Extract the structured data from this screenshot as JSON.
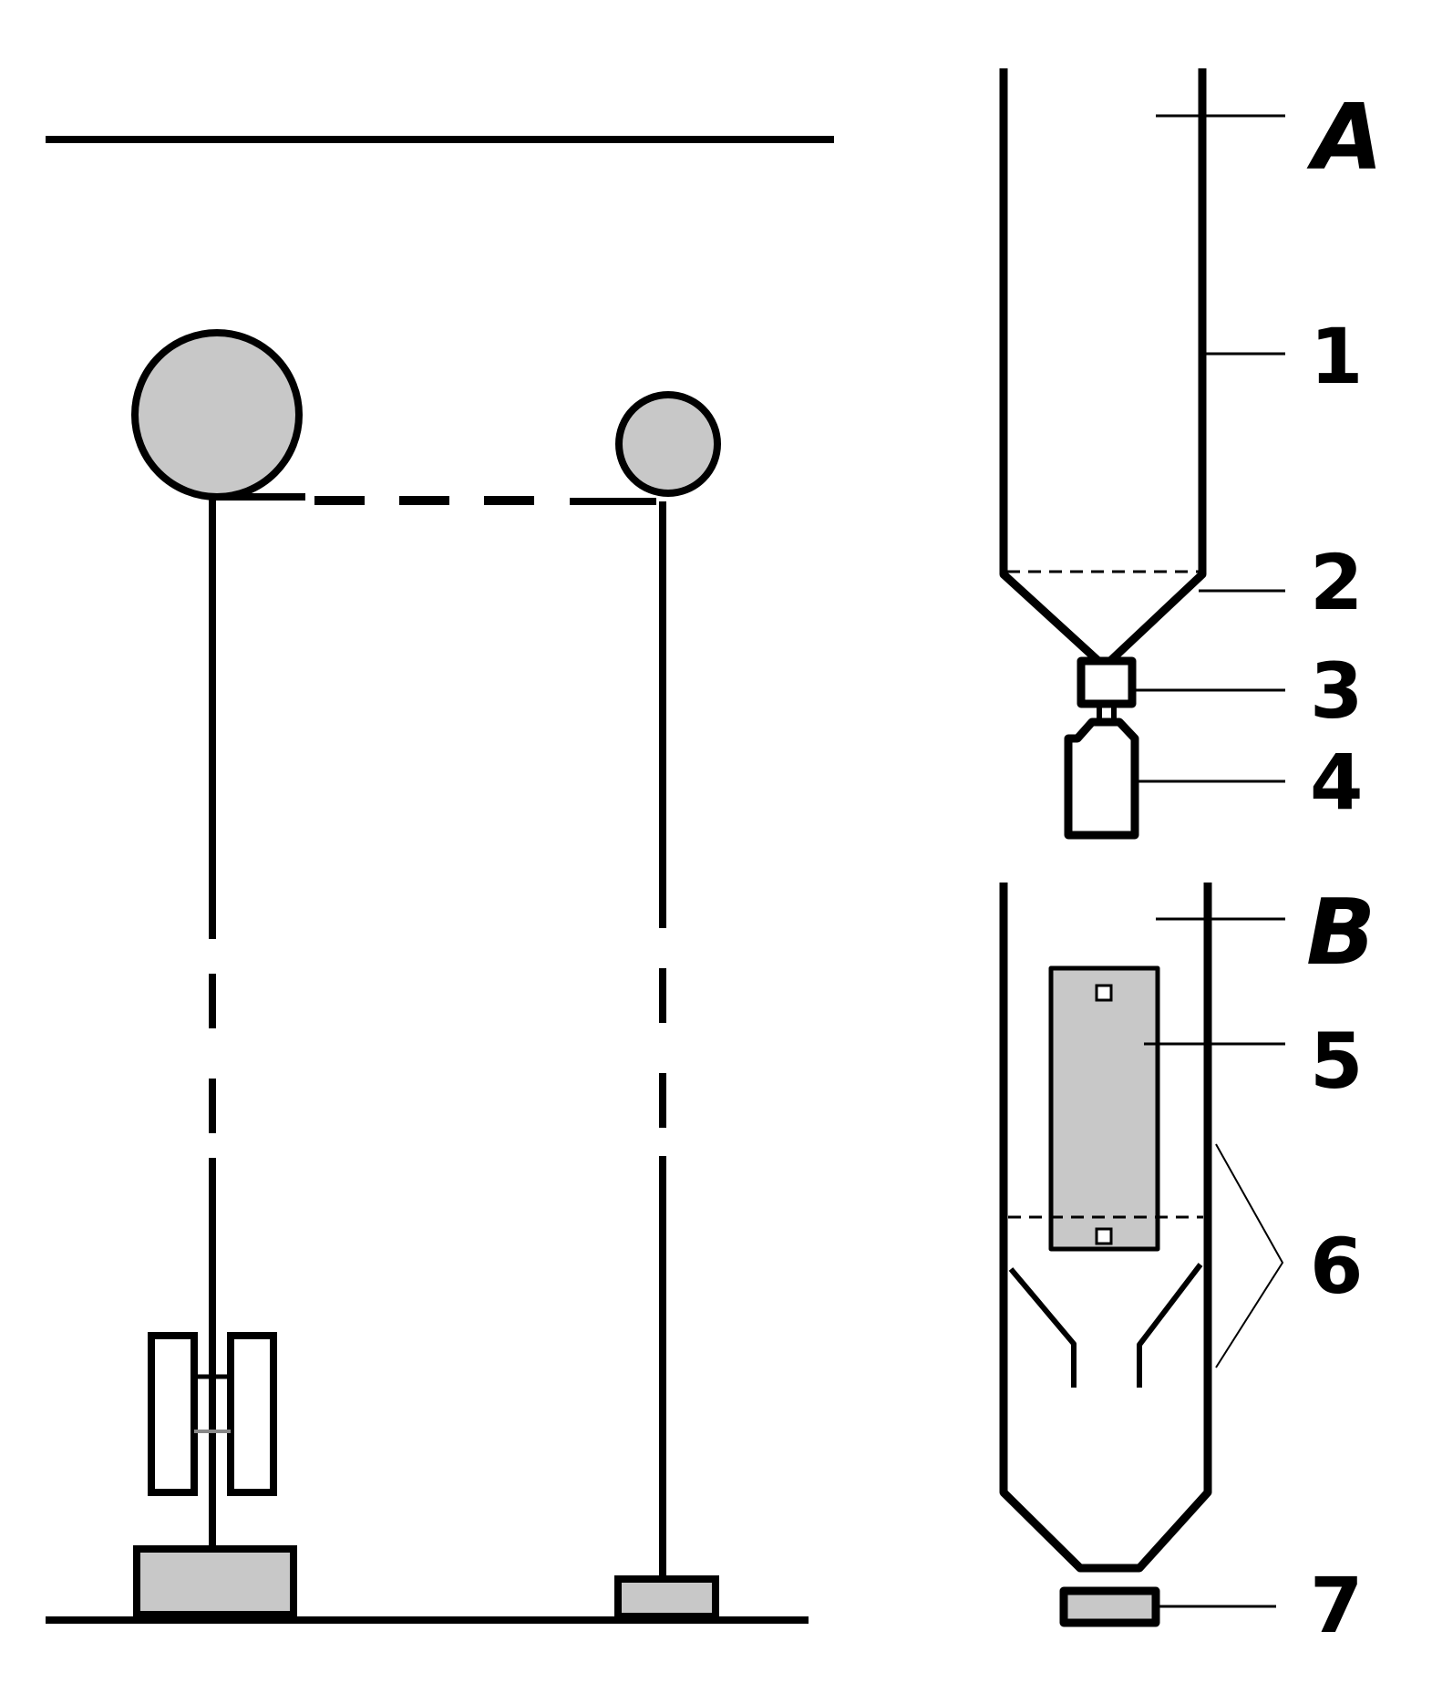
{
  "labels": {
    "panel_a": "A",
    "panel_b": "B",
    "n1": "1",
    "n2": "2",
    "n3": "3",
    "n4": "4",
    "n5": "5",
    "n6": "6",
    "n7": "7"
  },
  "colors": {
    "line": "#000000",
    "fill_gray": "#c8c8c8",
    "background": "#ffffff"
  }
}
